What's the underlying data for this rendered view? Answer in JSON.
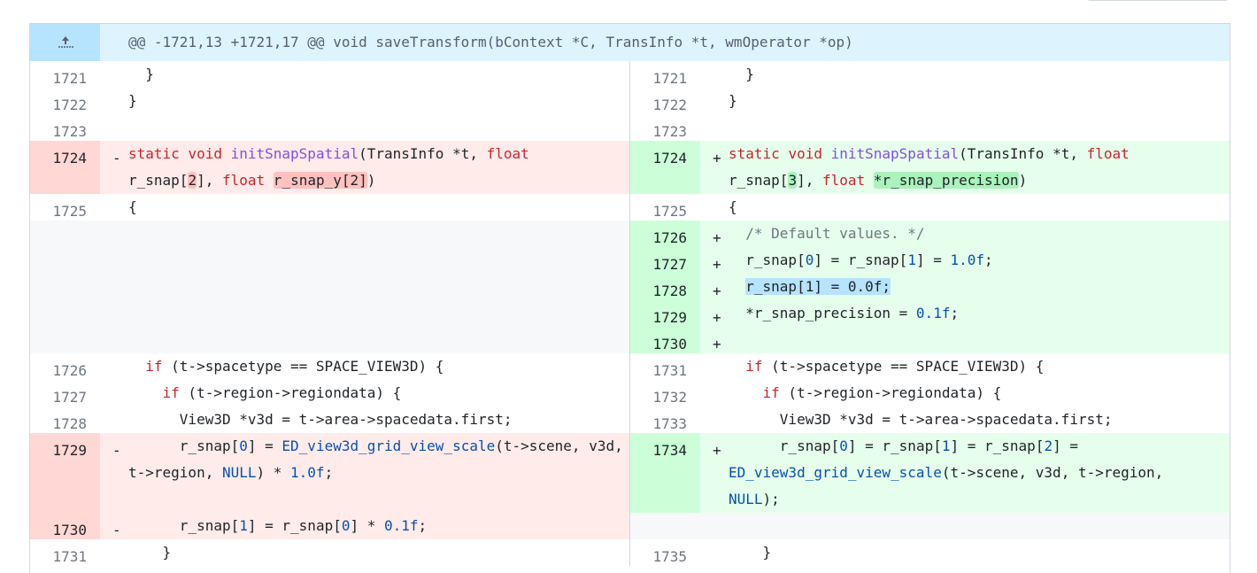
{
  "hunk_header": "@@ -1721,13 +1721,17 @@ void saveTransform(bContext *C, TransInfo *t, wmOperator *op)",
  "icons": {
    "expand": "expand-up-icon"
  },
  "lines": {
    "l1721": "1721",
    "l1722": "1722",
    "l1723": "1723",
    "l1724": "1724",
    "l1725": "1725",
    "l1726": "1726",
    "l1727": "1727",
    "l1728": "1728",
    "l1729": "1729",
    "l1730": "1730",
    "l1731": "1731",
    "r1721": "1721",
    "r1722": "1722",
    "r1723": "1723",
    "r1724": "1724",
    "r1725": "1725",
    "r1726": "1726",
    "r1727": "1727",
    "r1728": "1728",
    "r1729": "1729",
    "r1730": "1730",
    "r1731": "1731",
    "r1732": "1732",
    "r1733": "1733",
    "r1734": "1734",
    "r1735": "1735"
  },
  "markers": {
    "minus": "-",
    "plus": "+"
  },
  "tokens": {
    "close_brace_indent2": "  }",
    "close_brace_indent1": "}",
    "close_brace_indent3": "    }",
    "open_brace": "{",
    "kw_static": "static",
    "kw_void": "void",
    "kw_float": "float",
    "kw_if": "if",
    "fn_initSnapSpatial": "initSnapSpatial",
    "paren_transinfo": "(TransInfo *t, ",
    "r_snap_open": "r_snap[",
    "num_2": "2",
    "num_3": "3",
    "num_0": "0",
    "num_1": "1",
    "after_rsnap_comma": "], ",
    "space": " ",
    "r_snap_y": "r_snap_y[2]",
    "close_paren": ")",
    "r_snap_precision_ptr": "*r_snap_precision",
    "comment_default": "/* Default values. */",
    "indent1": "  ",
    "indent2": "    ",
    "indent3": "      ",
    "rs0_eq_rs1_eq": "] = r_snap[",
    "eq_bracket_end": "] = ",
    "num_1_0f": "1.0f",
    "num_0_1f": "0.1f",
    "semicolon": ";",
    "sel_rsnap1_zero": "r_snap[1] = 0.0f;",
    "precision_assign": "*r_snap_precision = ",
    "spacetype_cond": " (t->spacetype == SPACE_VIEW3D) {",
    "regiondata_cond": " (t->region->regiondata) {",
    "view3d_decl": "View3D *v3d = t->area->spacedata.first;",
    "fn_grid_scale": "ED_view3d_grid_view_scale",
    "args_left": "(t->scene, v3d, t->region, ",
    "null_kw": "NULL",
    "times_close": ") * ",
    "args_right": "(t->scene, v3d, t->region, ",
    "close_semicolon": ");",
    "rsnap1_eq_rsnap0": "] = r_snap[",
    "times": "] * ",
    "eq_rsnap2_eq": "] = r_snap[",
    "tail_eq": "] = "
  }
}
